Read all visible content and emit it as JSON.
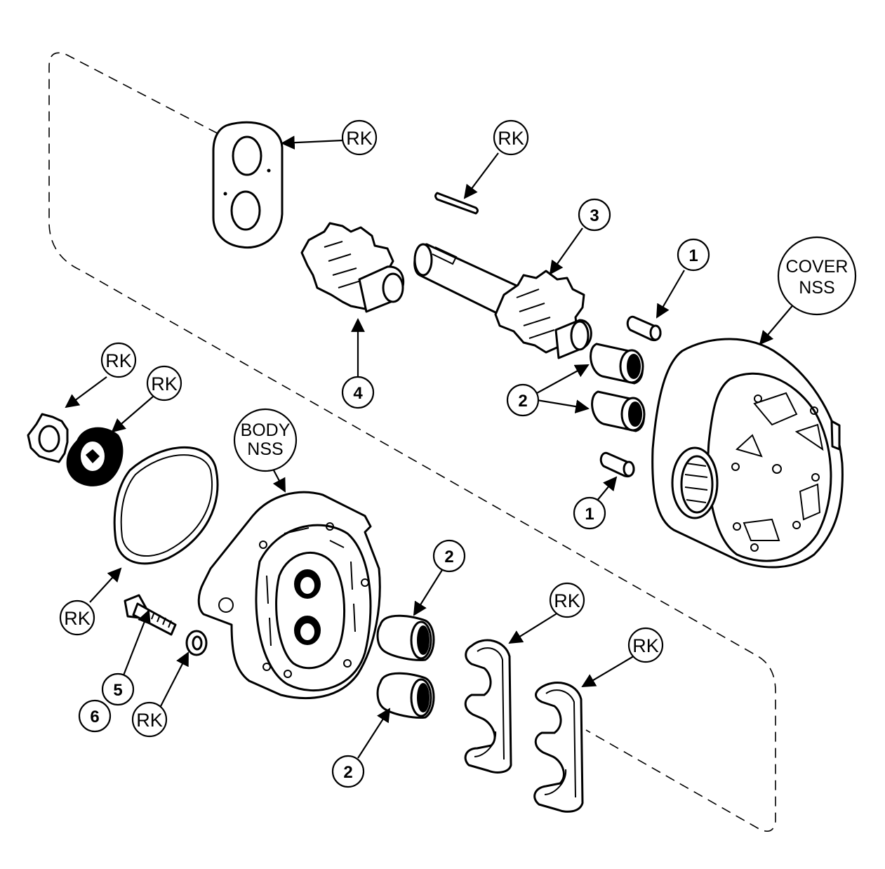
{
  "callouts": {
    "rk_gasket_top": "RK",
    "rk_key": "RK",
    "part_3": "3",
    "part_1_upper": "1",
    "cover_line1": "COVER",
    "cover_line2": "NSS",
    "rk_lockwasher": "RK",
    "rk_seal": "RK",
    "part_4": "4",
    "part_2_upper": "2",
    "body_line1": "BODY",
    "body_line2": "NSS",
    "part_1_lower": "1",
    "part_2_lower_top": "2",
    "rk_seal_plate_a": "RK",
    "rk_seal_plate_b": "RK",
    "rk_oring": "RK",
    "part_5": "5",
    "part_6": "6",
    "rk_washer": "RK",
    "part_2_lower_bottom": "2"
  }
}
